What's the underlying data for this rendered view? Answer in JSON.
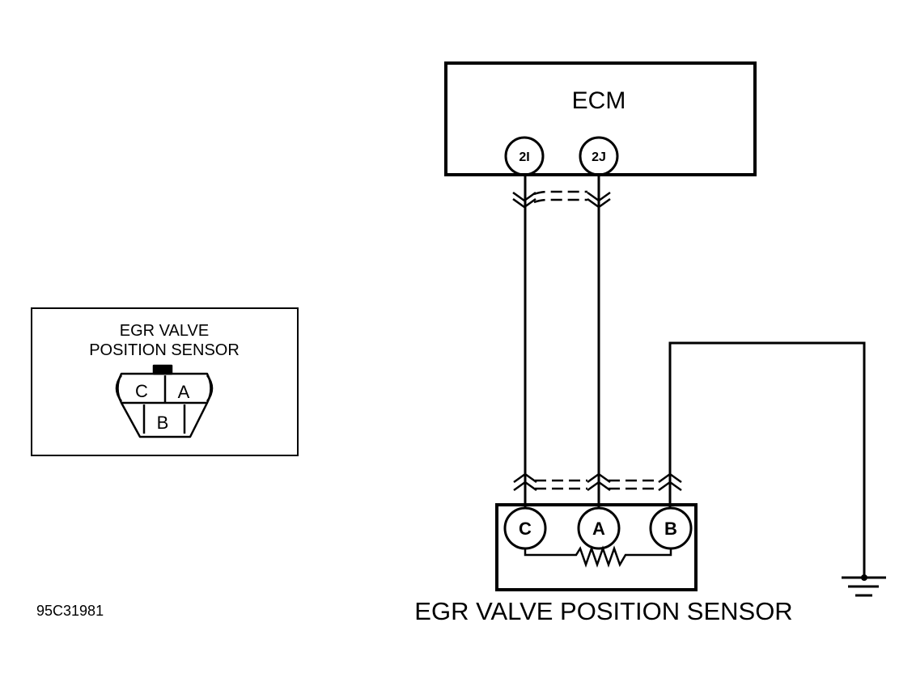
{
  "ecm": {
    "label": "ECM",
    "pins": [
      "2I",
      "2J"
    ]
  },
  "sensor": {
    "label": "EGR VALVE POSITION SENSOR",
    "pins": [
      "C",
      "A",
      "B"
    ]
  },
  "connector_view": {
    "title_line1": "EGR VALVE",
    "title_line2": "POSITION SENSOR",
    "cavities": [
      "C",
      "A",
      "B"
    ]
  },
  "figure_id": "95C31981",
  "colors": {
    "ink": "#000000",
    "background": "#ffffff"
  }
}
